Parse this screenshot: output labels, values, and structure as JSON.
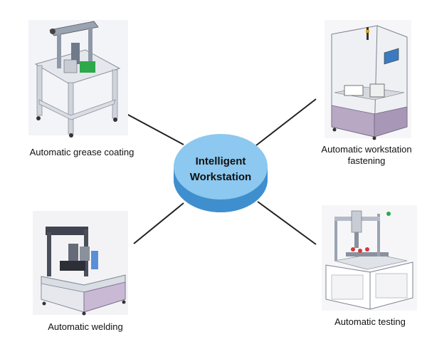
{
  "hub": {
    "line1": "Intelligent",
    "line2": "Workstation",
    "fill_top": "#8cc8ef",
    "fill_side": "#3f8fcf"
  },
  "nodes": [
    {
      "id": "grease",
      "label": "Automatic grease coating"
    },
    {
      "id": "fasten",
      "label": "Automatic workstation fastening"
    },
    {
      "id": "weld",
      "label": "Automatic welding"
    },
    {
      "id": "test",
      "label": "Automatic testing"
    }
  ],
  "colors": {
    "connector": "#222222",
    "machine_frame": "#d9dde4",
    "machine_panel": "#b8a8c4",
    "accent_green": "#2ea84a",
    "accent_blue": "#5a8fd8"
  }
}
